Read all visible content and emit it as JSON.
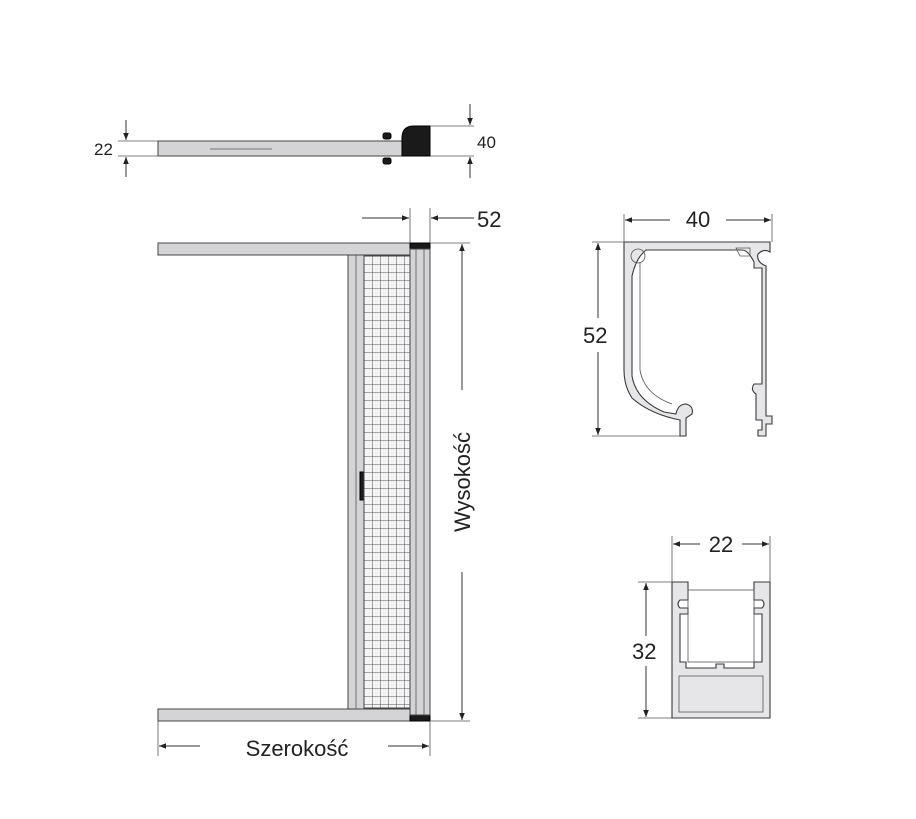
{
  "labels": {
    "top_view_thickness": "22",
    "top_view_handle": "40",
    "front_depth": "52",
    "height": "Wysokość",
    "width": "Szerokość",
    "profile_large_width": "40",
    "profile_large_height": "52",
    "profile_small_width": "22",
    "profile_small_height": "32"
  },
  "colors": {
    "frame": "#d4d4d6",
    "mesh": "#555555",
    "outline": "#333333",
    "handle": "#1a1a1a"
  },
  "icons": [
    "arrow-left-icon",
    "arrow-right-icon",
    "arrow-up-icon",
    "arrow-down-icon"
  ]
}
